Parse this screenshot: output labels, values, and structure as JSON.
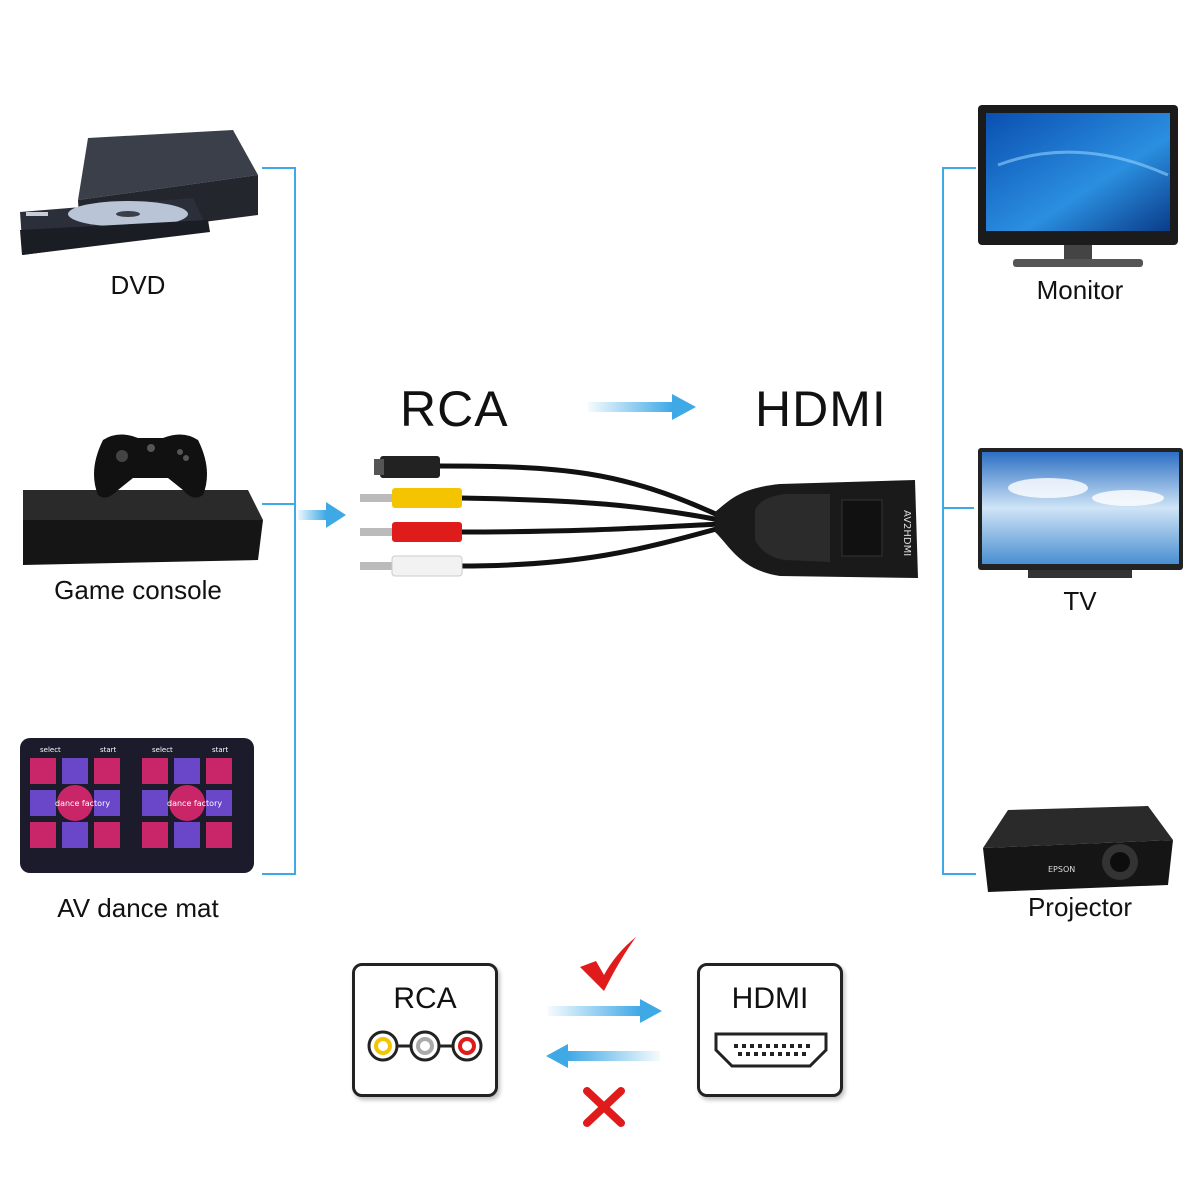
{
  "sources": [
    {
      "name": "dvd",
      "label": "DVD",
      "icon": "dvd-drive-icon"
    },
    {
      "name": "game-console",
      "label": "Game console",
      "icon": "game-console-icon"
    },
    {
      "name": "dance-mat",
      "label": "AV dance mat",
      "icon": "dance-mat-icon",
      "mat_text": {
        "select": "select",
        "start": "start",
        "logo": "dance factory"
      }
    }
  ],
  "displays": [
    {
      "name": "monitor",
      "label": "Monitor",
      "icon": "monitor-icon"
    },
    {
      "name": "tv",
      "label": "TV",
      "icon": "tv-icon"
    },
    {
      "name": "projector",
      "label": "Projector",
      "icon": "projector-icon",
      "brand": "EPSON"
    }
  ],
  "converter": {
    "input_label": "RCA",
    "output_label": "HDMI",
    "device_text": "AV2HDMI",
    "plug_colors": {
      "yellow": "#f5c400",
      "red": "#e01b1b",
      "white": "#f2f2f2"
    }
  },
  "compatibility": {
    "left_box_title": "RCA",
    "right_box_title": "HDMI",
    "forward_supported": true,
    "reverse_supported": false
  },
  "colors": {
    "accent": "#3fa9e6",
    "check": "#e01b1b",
    "cross": "#e01b1b"
  }
}
